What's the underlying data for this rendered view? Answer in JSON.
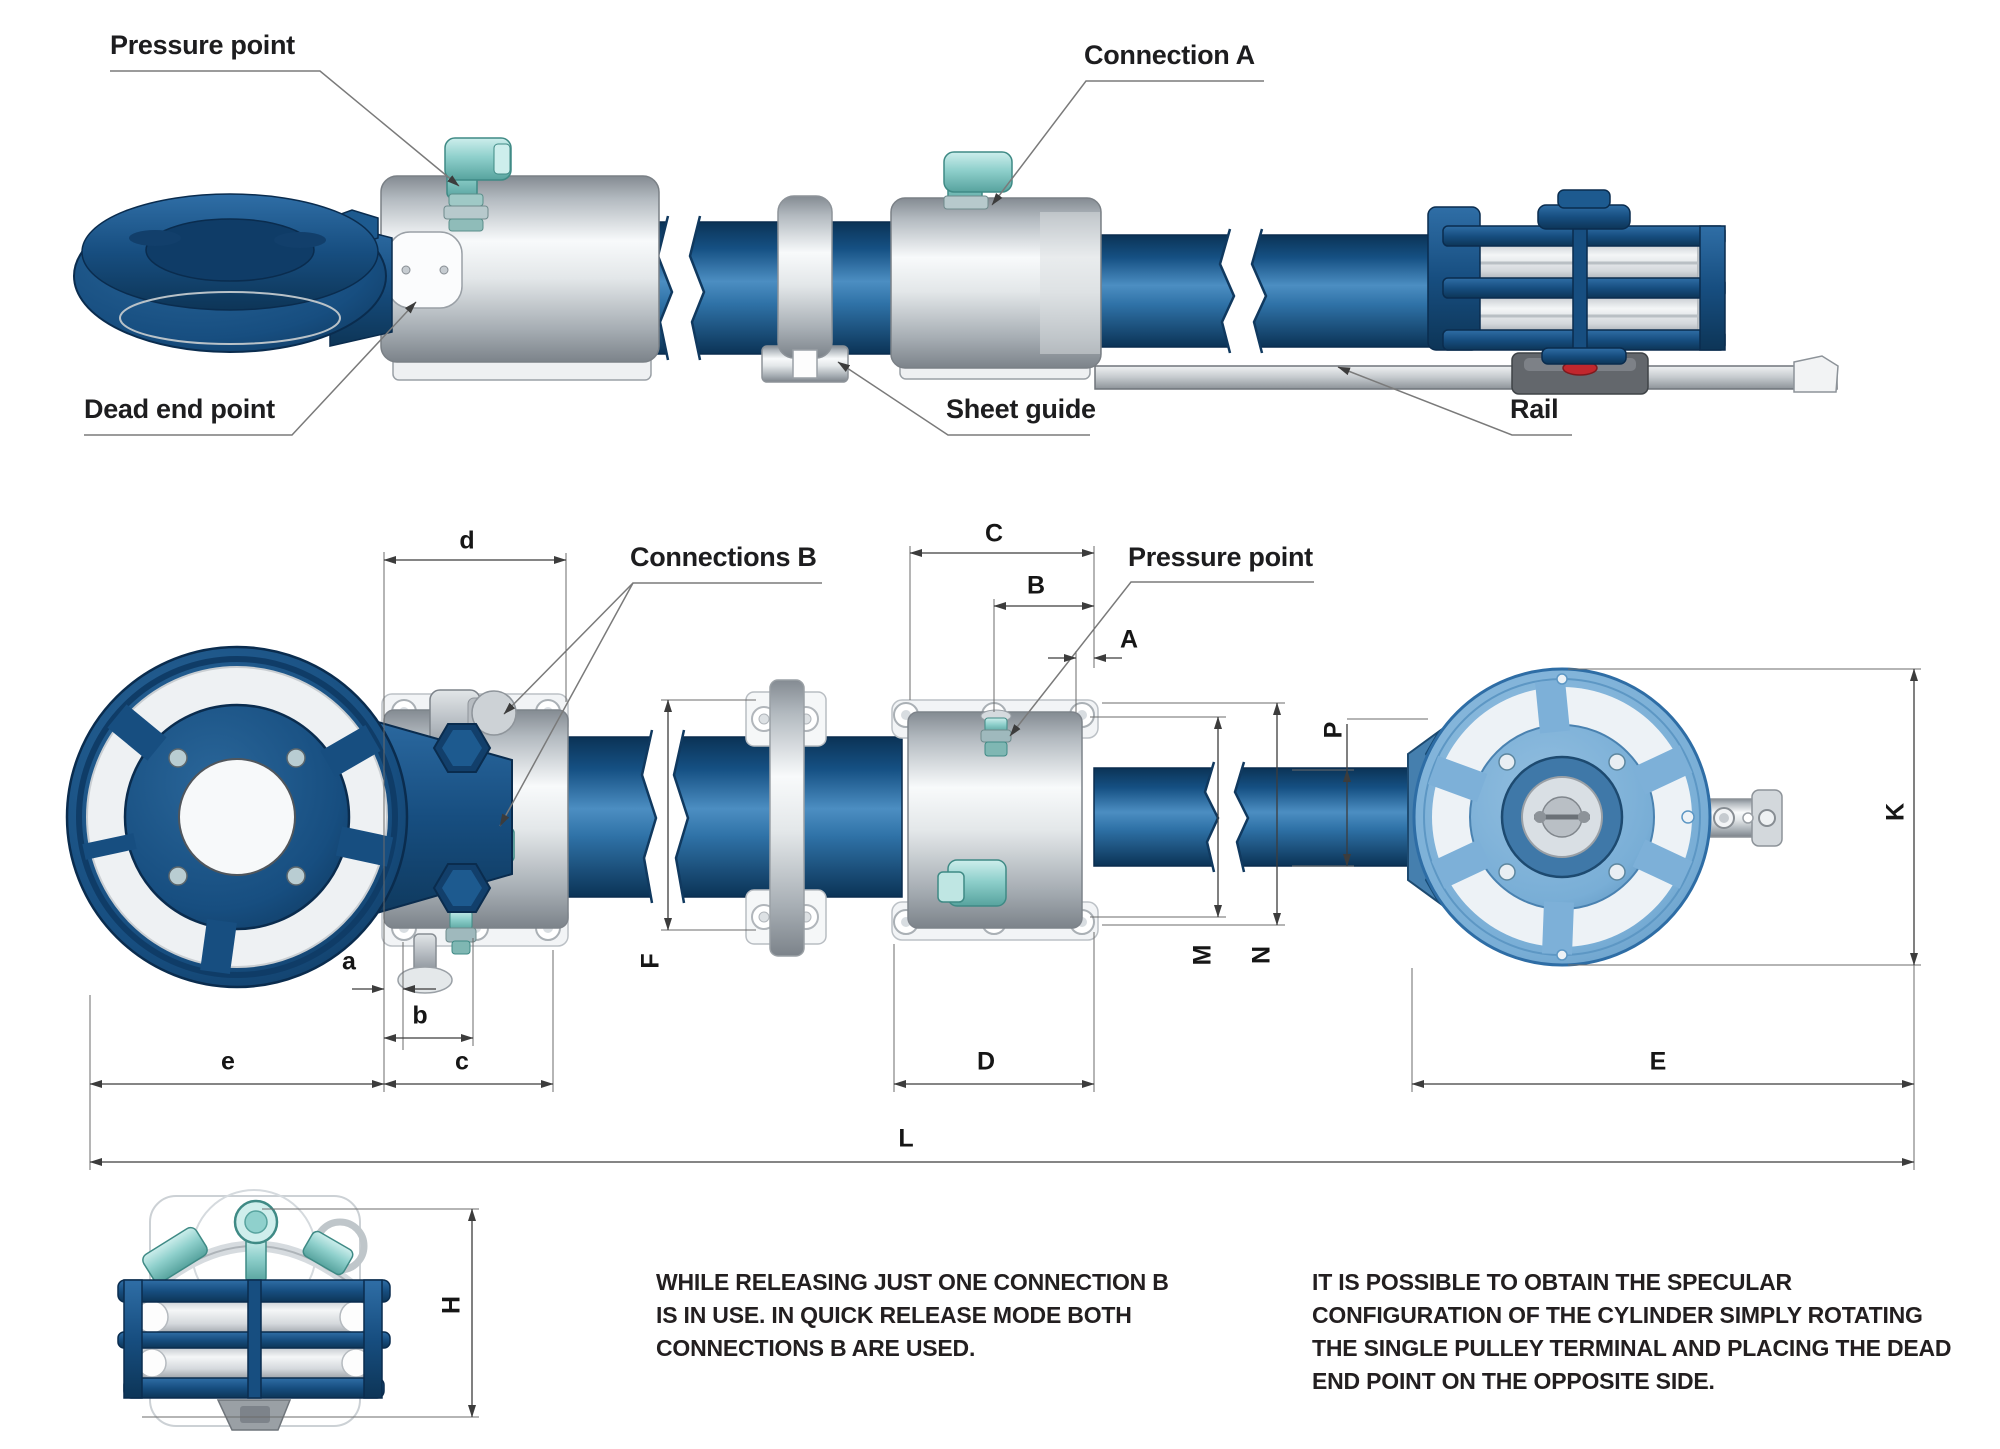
{
  "colors": {
    "dark_blue": "#174e80",
    "light_blue": "#7db0d8",
    "teal_fitting": "#8fd0cc",
    "silver": "#c9cdd1",
    "logo_red": "#c1272d",
    "text": "#231f20",
    "dimension_line": "#3c3c3c"
  },
  "top_view": {
    "labels": {
      "pressure_point": "Pressure point",
      "connection_a": "Connection A",
      "dead_end_point": "Dead end point",
      "sheet_guide": "Sheet guide",
      "rail": "Rail"
    }
  },
  "plan_view": {
    "labels": {
      "connections_b": "Connections B",
      "pressure_point": "Pressure point"
    },
    "dimensions": {
      "d": "d",
      "C": "C",
      "B": "B",
      "A": "A",
      "F": "F",
      "M": "M",
      "N": "N",
      "P": "P",
      "K": "K",
      "a": "a",
      "b": "b",
      "c": "c",
      "e": "e",
      "D": "D",
      "E": "E",
      "L": "L"
    }
  },
  "end_view": {
    "dimensions": {
      "H": "H"
    }
  },
  "notes": {
    "note1": "WHILE RELEASING JUST ONE CONNECTION B IS IN USE. IN QUICK RELEASE MODE BOTH CONNECTIONS B ARE USED.",
    "note2": "IT IS POSSIBLE TO OBTAIN THE SPECULAR CONFIGURATION OF THE CYLINDER SIMPLY ROTATING THE SINGLE PULLEY TERMINAL AND PLACING THE DEAD END POINT ON THE OPPOSITE SIDE."
  }
}
